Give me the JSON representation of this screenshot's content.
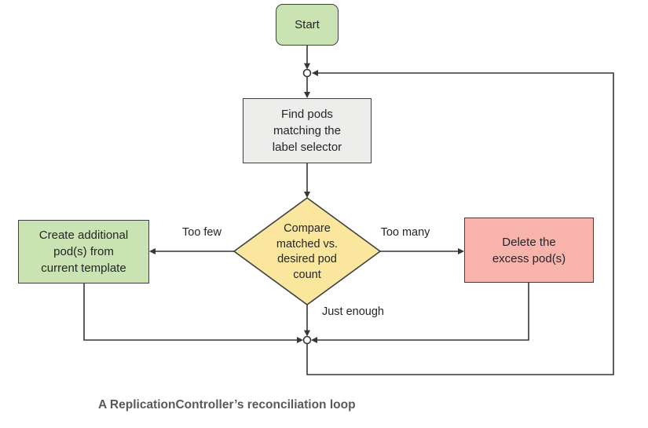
{
  "diagram": {
    "caption": "A ReplicationController’s reconciliation loop",
    "nodes": {
      "start": {
        "label": "Start",
        "fill": "#cae3b2"
      },
      "find_pods": {
        "label": "Find pods\nmatching the\nlabel selector",
        "fill": "#ededeb"
      },
      "compare": {
        "label": "Compare\nmatched vs.\ndesired pod\ncount",
        "fill": "#fae69c"
      },
      "create_pods": {
        "label": "Create additional\npod(s) from\ncurrent template",
        "fill": "#cae3b2"
      },
      "delete_pods": {
        "label": "Delete the\nexcess pod(s)",
        "fill": "#f8b4ac"
      }
    },
    "edge_labels": {
      "too_few": "Too few",
      "too_many": "Too many",
      "just_enough": "Just enough"
    },
    "colors": {
      "shape_border": "#3f4042",
      "connector": "#363639",
      "node_text": "#252527",
      "caption_text": "#58595b",
      "background": "#ffffff"
    }
  }
}
